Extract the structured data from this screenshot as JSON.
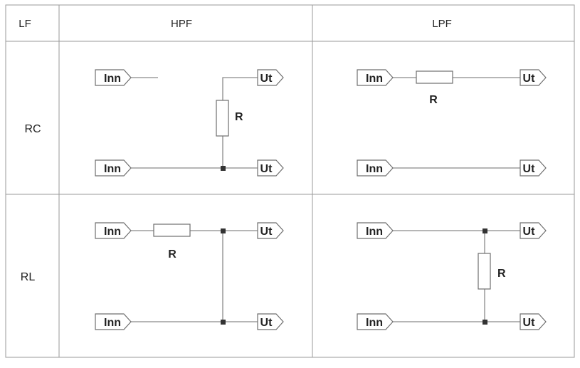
{
  "table": {
    "corner_label": "LF",
    "col_hpf": "HPF",
    "col_lpf": "LPF",
    "row_rc": "RC",
    "row_rl": "RL"
  },
  "terminals": {
    "input": "Inn",
    "output": "Ut"
  },
  "components": {
    "resistor": "R"
  },
  "colors": {
    "grid": "#9a9a9a",
    "wire": "#8a8a8a",
    "junction": "#333333",
    "text": "#222222"
  }
}
